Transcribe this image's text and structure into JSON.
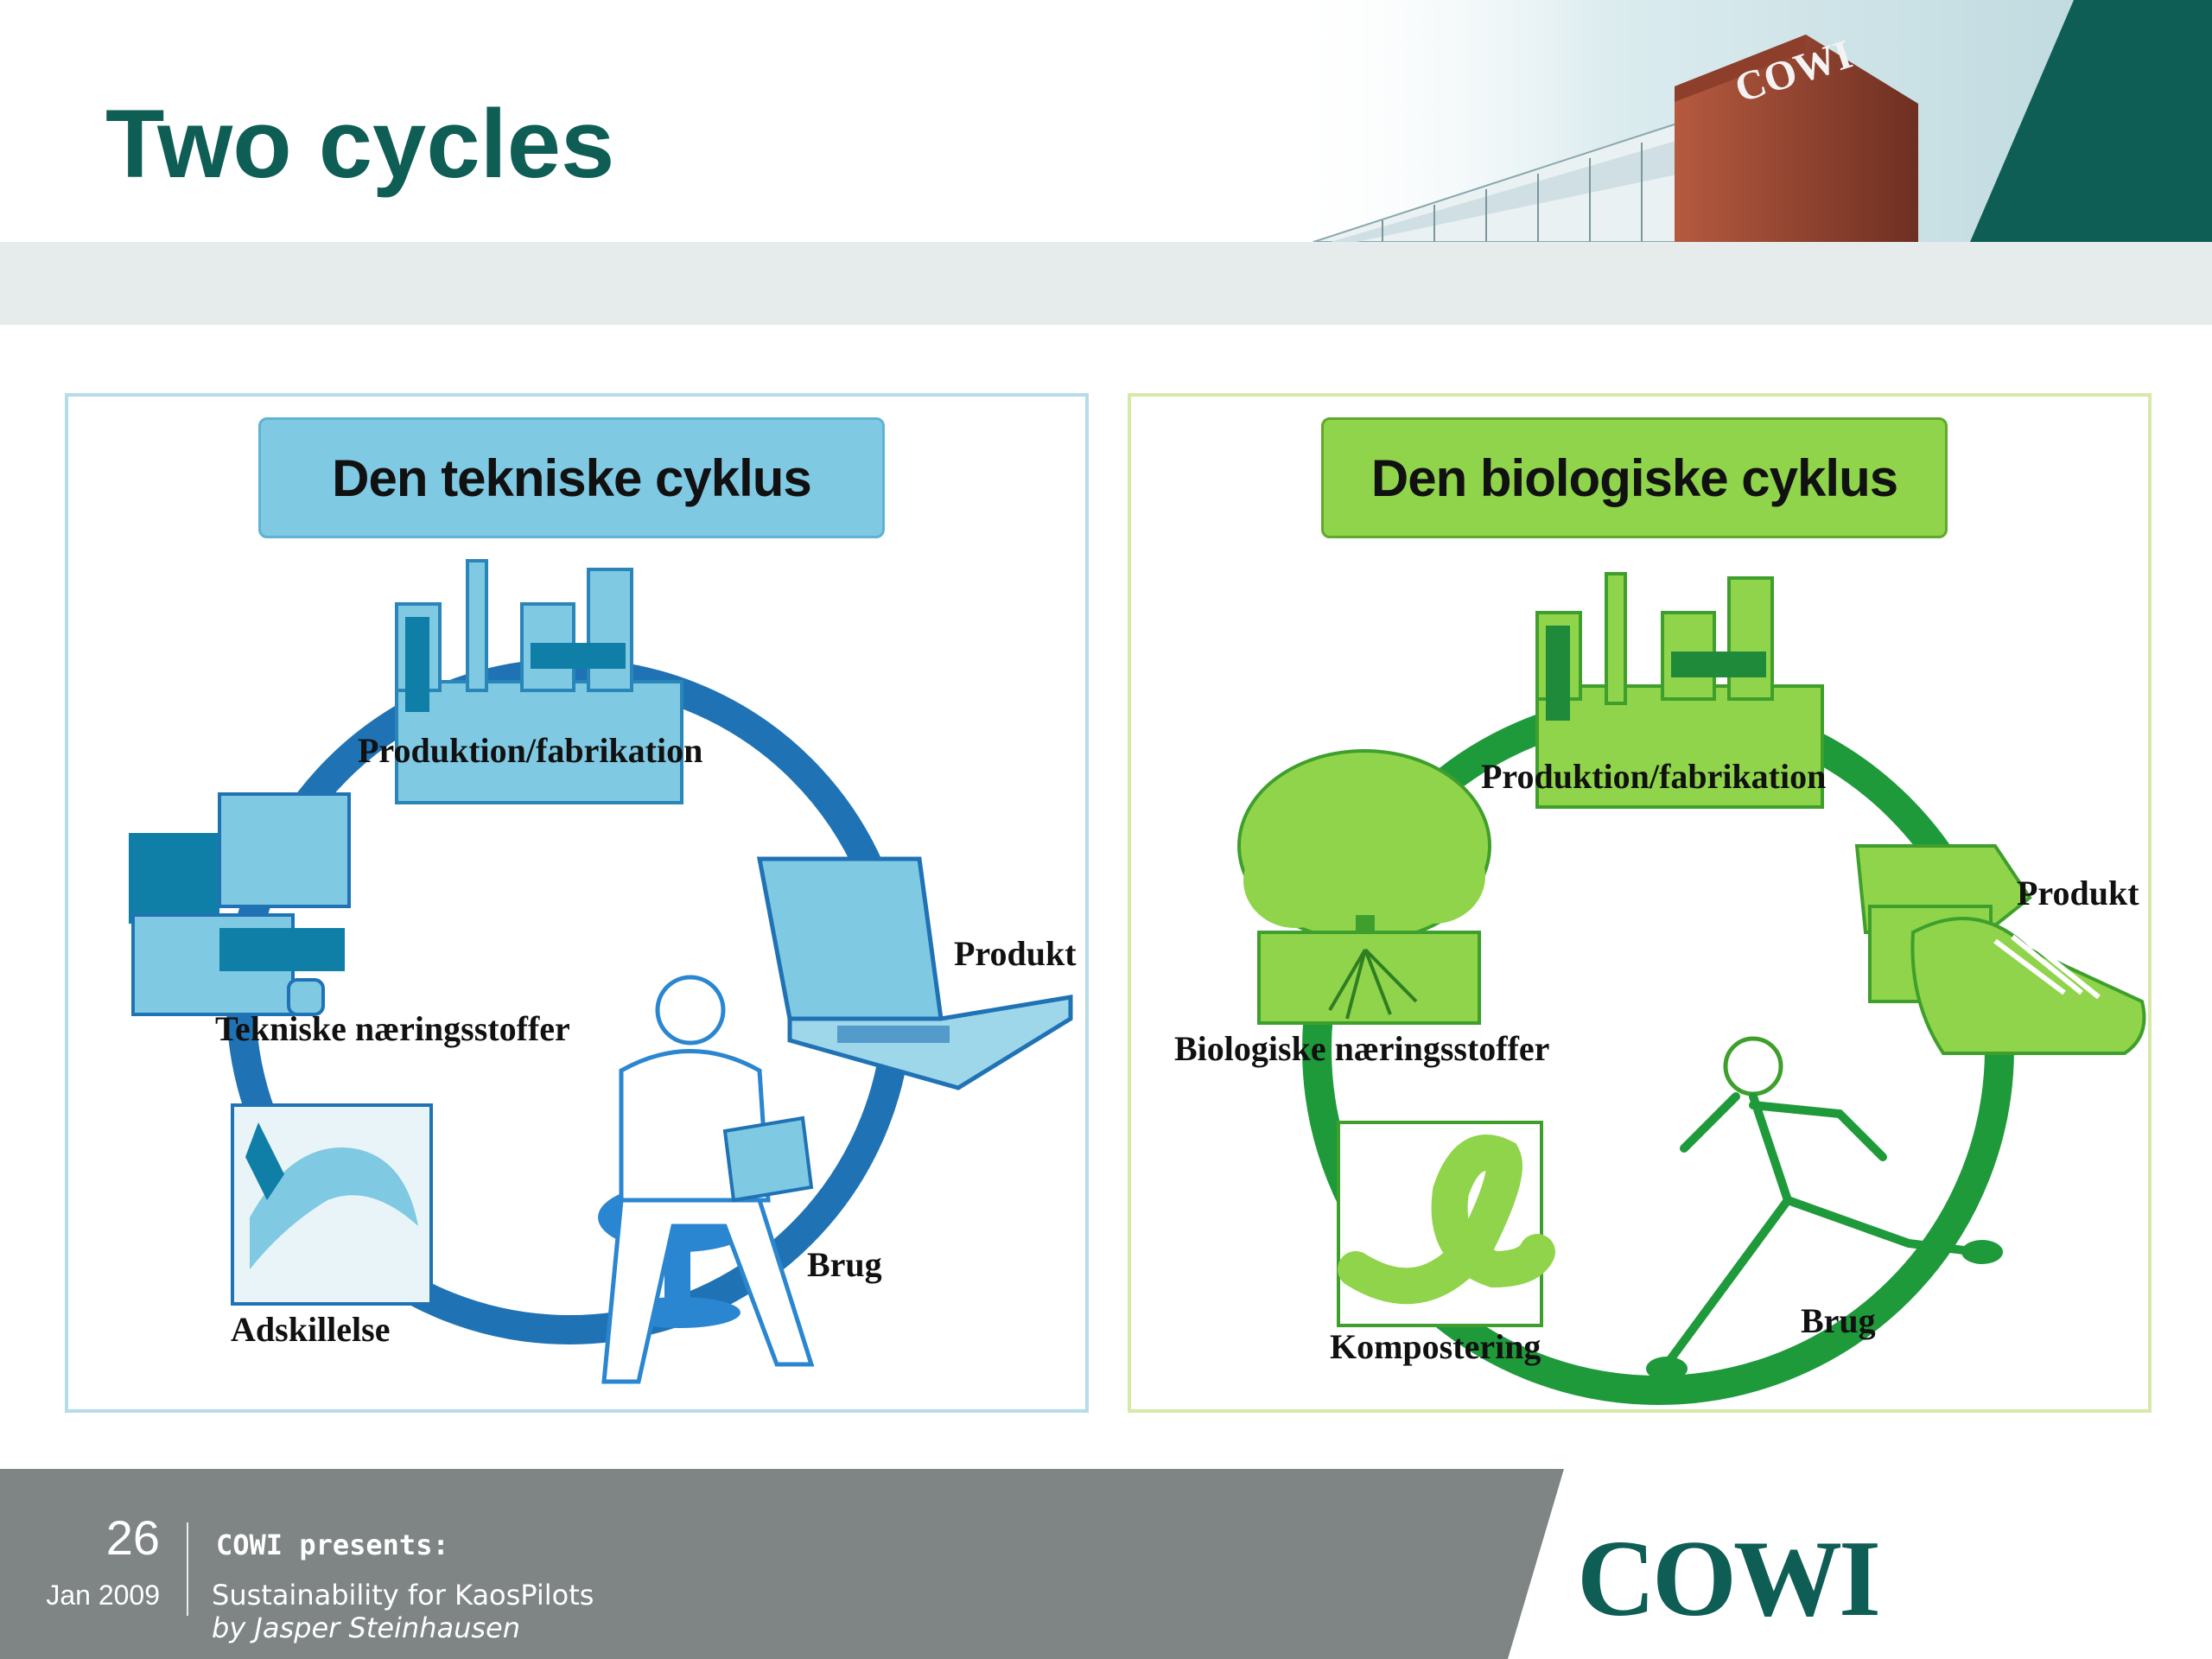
{
  "slide": {
    "title": "Two cycles",
    "header_sign": "COWI"
  },
  "technical": {
    "title": "Den tekniske cyklus",
    "labels": {
      "production": "Produktion/fabrikation",
      "product": "Produkt",
      "use": "Brug",
      "separation": "Adskillelse",
      "nutrients": "Tekniske næringsstoffer"
    },
    "colors": {
      "ring": "#1f73b5",
      "fill": "#7fc9e3",
      "dark": "#0f7fa8"
    }
  },
  "biological": {
    "title": "Den biologiske cyklus",
    "labels": {
      "production": "Produktion/fabrikation",
      "product": "Produkt",
      "use": "Brug",
      "composting": "Kompostering",
      "nutrients": "Biologiske næringsstoffer"
    },
    "colors": {
      "ring": "#1f9a3b",
      "fill": "#8fd44a",
      "dark": "#1f8a3a"
    }
  },
  "footer": {
    "page_number": "26",
    "date": "Jan 2009",
    "line1": "COWI presents:",
    "line2": "Sustainability for KaosPilots",
    "line3": "by Jasper Steinhausen",
    "logo": "COWI"
  }
}
